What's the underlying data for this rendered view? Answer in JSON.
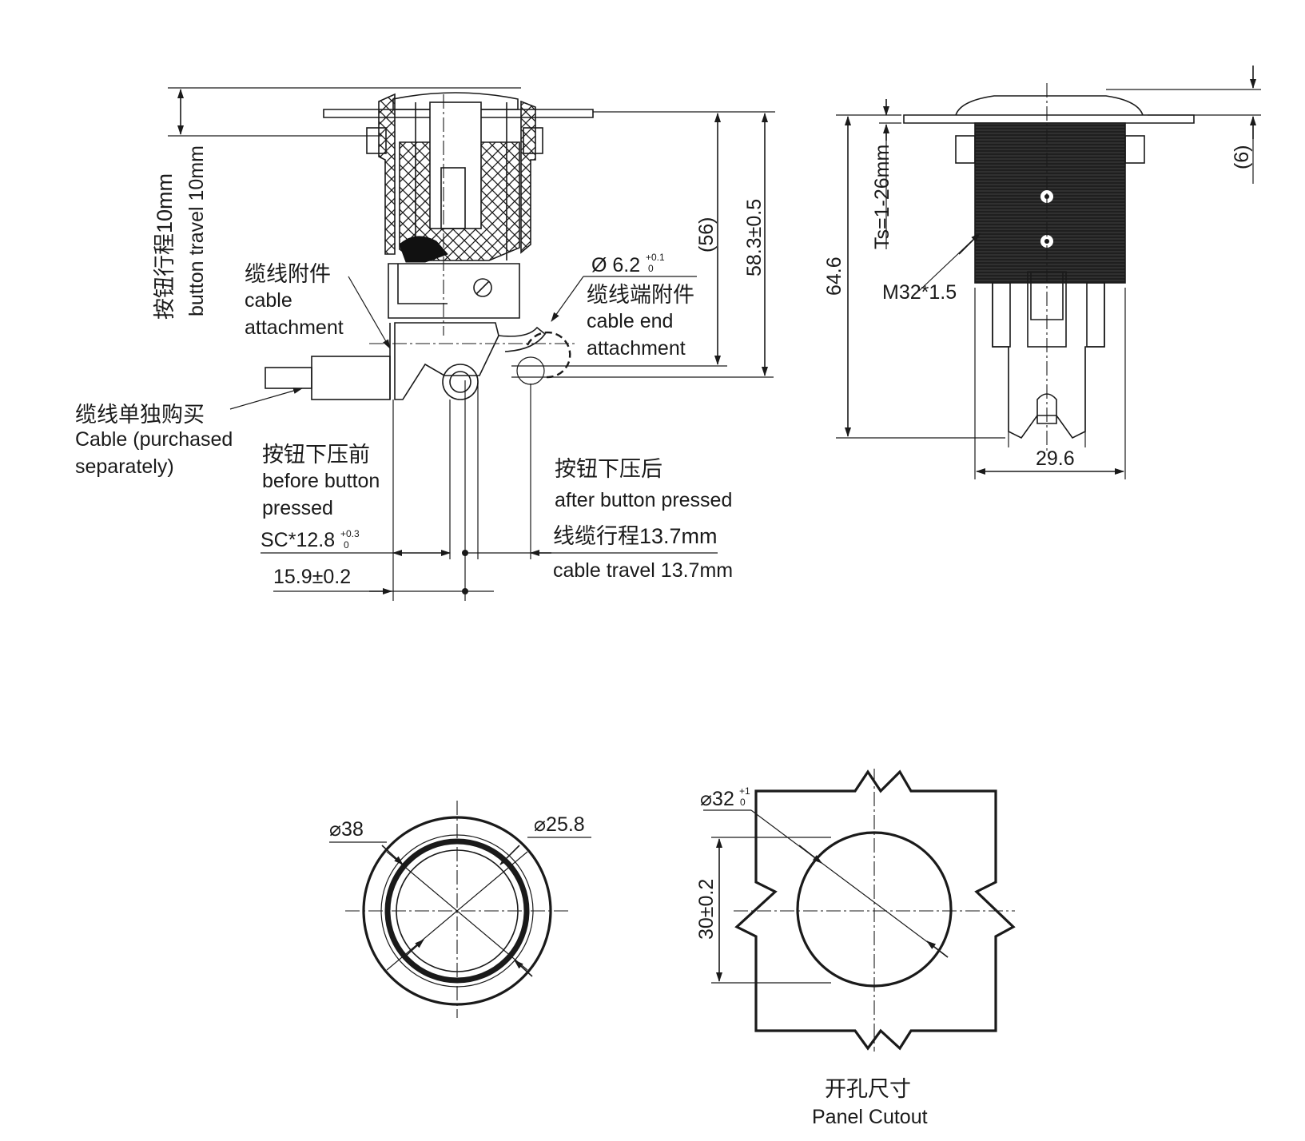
{
  "side_view": {
    "button_travel_cn": "按钮行程10mm",
    "button_travel_en": "button travel 10mm",
    "cable_attachment_cn": "缆线附件",
    "cable_attachment_en_1": "cable",
    "cable_attachment_en_2": "attachment",
    "cable_cn": "缆线单独购买",
    "cable_en_1": "Cable (purchased",
    "cable_en_2": "separately)",
    "before_cn": "按钮下压前",
    "before_en_1": "before button",
    "before_en_2": "pressed",
    "sc_main": "SC*12.8",
    "sc_tol_upper": "+0.3",
    "sc_tol_lower": "0",
    "dim_15_9": "15.9±0.2",
    "after_cn": "按钮下压后",
    "after_en": "after button pressed",
    "cable_travel_cn": "线缆行程13.7mm",
    "cable_travel_en": "cable travel 13.7mm",
    "dia_6_2": "Ø 6.2",
    "dia_6_2_upper": "+0.1",
    "dia_6_2_lower": "0",
    "cable_end_cn": "缆线端附件",
    "cable_end_en_1": "cable end",
    "cable_end_en_2": "attachment",
    "dim_56": "(56)",
    "dim_58_3": "58.3±0.5"
  },
  "front_view": {
    "ts": "Ts=1-26mm",
    "thread": "M32*1.5",
    "height": "64.6",
    "width": "29.6",
    "top_offset": "(6)"
  },
  "top_view": {
    "dia_38": "⌀38",
    "dia_25_8": "⌀25.8"
  },
  "cutout": {
    "dia_32": "⌀32",
    "dia_32_upper": "+1",
    "dia_32_lower": "0",
    "flat": "30±0.2",
    "title_cn": "开孔尺寸",
    "title_en": "Panel Cutout"
  }
}
